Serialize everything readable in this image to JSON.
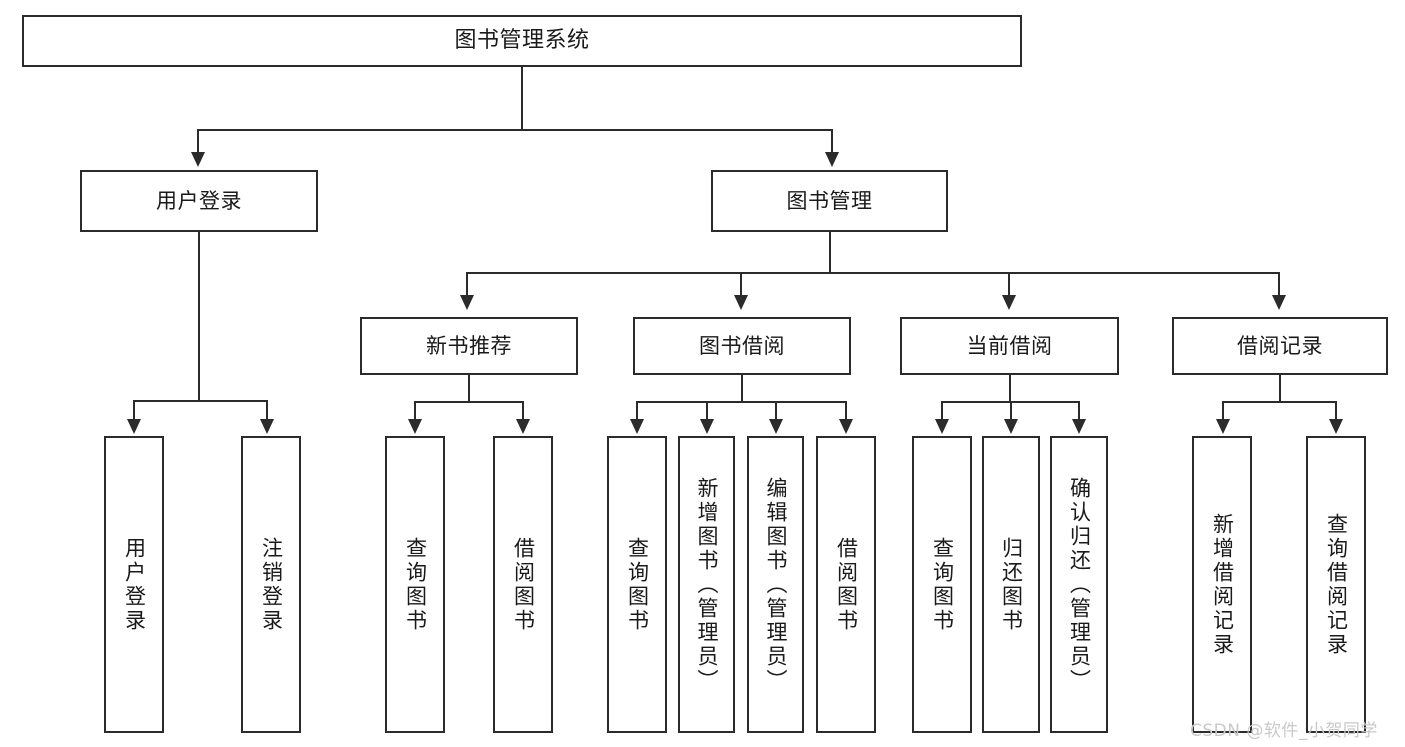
{
  "diagram": {
    "type": "tree-hierarchy-chart",
    "title": "图书管理系统",
    "line_color": "#2b2b2b",
    "box_fill": "#ffffff",
    "text_color": "#1a1a1a",
    "root": {
      "label": "图书管理系统"
    },
    "level2": [
      {
        "label": "用户登录"
      },
      {
        "label": "图书管理"
      }
    ],
    "level3": [
      {
        "label": "新书推荐"
      },
      {
        "label": "图书借阅"
      },
      {
        "label": "当前借阅"
      },
      {
        "label": "借阅记录"
      }
    ],
    "leaves": {
      "user_login": [
        {
          "label": "用户登录"
        },
        {
          "label": "注销登录"
        }
      ],
      "new_book_recommend": [
        {
          "label": "查询图书"
        },
        {
          "label": "借阅图书"
        }
      ],
      "book_borrow": [
        {
          "label": "查询图书"
        },
        {
          "label": "新增图书（管理员）"
        },
        {
          "label": "编辑图书（管理员）"
        },
        {
          "label": "借阅图书"
        }
      ],
      "current_borrow": [
        {
          "label": "查询图书"
        },
        {
          "label": "归还图书"
        },
        {
          "label": "确认归还（管理员）"
        }
      ],
      "borrow_record": [
        {
          "label": "新增借阅记录"
        },
        {
          "label": "查询借阅记录"
        }
      ]
    }
  },
  "watermark": {
    "text": "CSDN @软件_小贺同学",
    "color": "#c9c9c9"
  }
}
